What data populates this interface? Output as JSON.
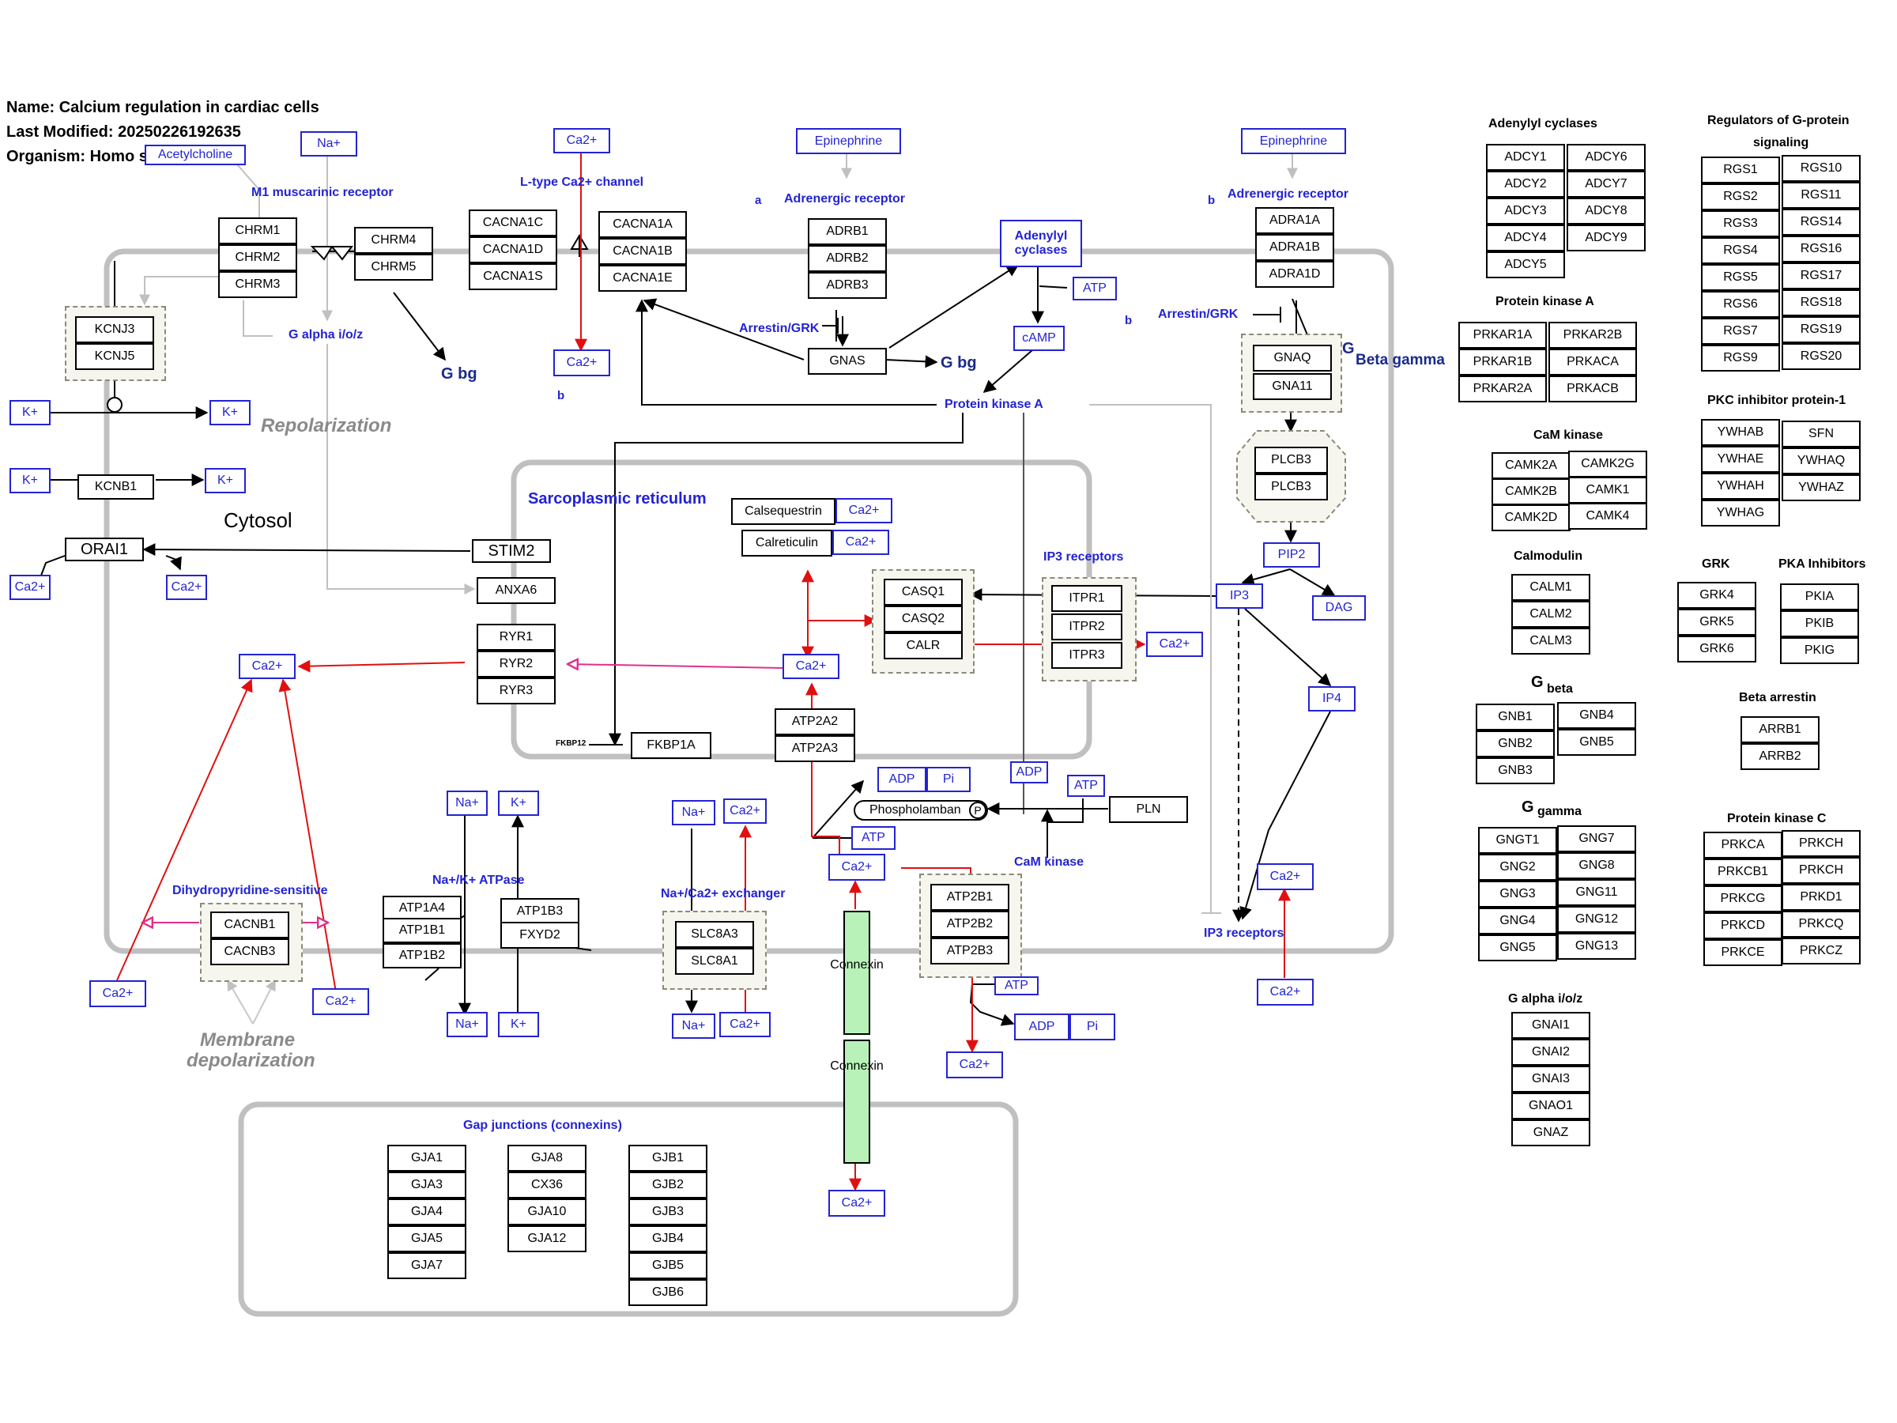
{
  "header": {
    "name": "Name: Calcium regulation in cardiac cells",
    "modified": "Last Modified: 20250226192635",
    "organism": "Organism: Homo sapiens"
  },
  "regions": {
    "cytosol": "Cytosol",
    "repolarization": "Repolarization",
    "membrane_depolarization_1": "Membrane",
    "membrane_depolarization_2": "depolarization",
    "sarcoplasmic_reticulum": "Sarcoplasmic reticulum"
  },
  "labels": {
    "m1_receptor": "M1 muscarinic receptor",
    "l_type": "L-type Ca2+ channel",
    "a": "a",
    "adrenergic_a": "Adrenergic receptor",
    "b_top": "b",
    "adrenergic_b": "Adrenergic receptor",
    "g_alpha_io": "G alpha i/o/z",
    "g_bg_1": "G bg",
    "g_bg_2": "G bg",
    "b_small": "b",
    "arrestin_1": "Arrestin/GRK",
    "arrestin_2": "Arrestin/GRK",
    "b_arrestin2": "b",
    "g_beta_gamma_g": "G",
    "beta_gamma": "Beta gamma",
    "protein_kinase_a": "Protein kinase A",
    "ip3_receptors_top": "IP3 receptors",
    "ip3_receptors_bottom": "IP3 receptors",
    "cam_kinase": "CaM kinase",
    "dihydropyridine": "Dihydropyridine-sensitive",
    "na_k_atpase": "Na+/K+ ATPase",
    "na_ca_exchanger": "Na+/Ca2+ exchanger",
    "gap_junctions": "Gap junctions (connexins)",
    "fkbp12": "FKBP12",
    "connexin_1": "Connexin",
    "connexin_2": "Connexin",
    "p": "P"
  },
  "metabolites": {
    "acetylcholine": "Acetylcholine",
    "na_top": "Na+",
    "ca_top": "Ca2+",
    "epinephrine_1": "Epinephrine",
    "epinephrine_2": "Epinephrine",
    "adenylyl_cyclases": "Adenylyl cyclases",
    "atp_1": "ATP",
    "camp": "cAMP",
    "ca_ltype": "Ca2+",
    "k1": "K+",
    "k2": "K+",
    "k3": "K+",
    "k4": "K+",
    "ca_orai_l": "Ca2+",
    "ca_orai_r": "Ca2+",
    "ca_calseq": "Ca2+",
    "ca_calret": "Ca2+",
    "ca_cyto": "Ca2+",
    "ca_sr": "Ca2+",
    "ca_ip3": "Ca2+",
    "pip2": "PIP2",
    "ip3": "IP3",
    "dag": "DAG",
    "ip4": "IP4",
    "adp_1": "ADP",
    "pi_1": "Pi",
    "atp_2": "ATP",
    "adp_2": "ADP",
    "atp_3": "ATP",
    "ca_atp2a": "Ca2+",
    "na_nka_1": "Na+",
    "k_nka_1": "K+",
    "na_nka_2": "Na+",
    "k_nka_2": "K+",
    "na_ncx_1": "Na+",
    "ca_ncx_1": "Ca2+",
    "na_ncx_2": "Na+",
    "ca_ncx_2": "Ca2+",
    "ca_dhp_l": "Ca2+",
    "ca_dhp_r": "Ca2+",
    "atp_4": "ATP",
    "adp_3": "ADP",
    "pi_2": "Pi",
    "ca_pmca": "Ca2+",
    "ca_ip3r_in": "Ca2+",
    "ca_ip3r_out": "Ca2+",
    "ca_connexin": "Ca2+"
  },
  "genes": {
    "chrm1": "CHRM1",
    "chrm2": "CHRM2",
    "chrm3": "CHRM3",
    "chrm4": "CHRM4",
    "chrm5": "CHRM5",
    "cacna1c": "CACNA1C",
    "cacna1d": "CACNA1D",
    "cacna1s": "CACNA1S",
    "cacna1a": "CACNA1A",
    "cacna1b": "CACNA1B",
    "cacna1e": "CACNA1E",
    "adrb1": "ADRB1",
    "adrb2": "ADRB2",
    "adrb3": "ADRB3",
    "gnas": "GNAS",
    "adra1a": "ADRA1A",
    "adra1b": "ADRA1B",
    "adra1d": "ADRA1D",
    "gnaq": "GNAQ",
    "gna11": "GNA11",
    "plcb3a": "PLCB3",
    "plcb3b": "PLCB3",
    "kcnj3": "KCNJ3",
    "kcnj5": "KCNJ5",
    "kcnb1": "KCNB1",
    "orai1": "ORAI1",
    "stim2": "STIM2",
    "anxa6": "ANXA6",
    "ryr1": "RYR1",
    "ryr2": "RYR2",
    "ryr3": "RYR3",
    "calsequestrin": "Calsequestrin",
    "calreticulin": "Calreticulin",
    "casq1": "CASQ1",
    "casq2": "CASQ2",
    "calr": "CALR",
    "itpr1": "ITPR1",
    "itpr2": "ITPR2",
    "itpr3": "ITPR3",
    "atp2a2": "ATP2A2",
    "atp2a3": "ATP2A3",
    "fkbp1a": "FKBP1A",
    "phospholamban": "Phospholamban",
    "pln": "PLN",
    "atp1a4": "ATP1A4",
    "atp1b1": "ATP1B1",
    "atp1b2": "ATP1B2",
    "atp1b3": "ATP1B3",
    "fxyd2": "FXYD2",
    "slc8a3": "SLC8A3",
    "slc8a1": "SLC8A1",
    "cacnb1": "CACNB1",
    "cacnb3": "CACNB3",
    "atp2b1": "ATP2B1",
    "atp2b2": "ATP2B2",
    "atp2b3": "ATP2B3",
    "gja1": "GJA1",
    "gja3": "GJA3",
    "gja4": "GJA4",
    "gja5": "GJA5",
    "gja7": "GJA7",
    "gja8": "GJA8",
    "cx36": "CX36",
    "gja10": "GJA10",
    "gja12": "GJA12",
    "gjb1": "GJB1",
    "gjb2": "GJB2",
    "gjb3": "GJB3",
    "gjb4": "GJB4",
    "gjb5": "GJB5",
    "gjb6": "GJB6"
  },
  "legend": {
    "adenylyl_title": "Adenylyl cyclases",
    "adenylyl": [
      "ADCY1",
      "ADCY6",
      "ADCY2",
      "ADCY7",
      "ADCY3",
      "ADCY8",
      "ADCY4",
      "ADCY9",
      "ADCY5"
    ],
    "pka_title": "Protein kinase A",
    "pka": [
      "PRKAR1A",
      "PRKAR2B",
      "PRKAR1B",
      "PRKACA",
      "PRKAR2A",
      "PRKACB"
    ],
    "cam_title": "CaM kinase",
    "cam": [
      "CAMK2A",
      "CAMK2G",
      "CAMK2B",
      "CAMK1",
      "CAMK2D",
      "CAMK4"
    ],
    "calmodulin_title": "Calmodulin",
    "calmodulin": [
      "CALM1",
      "CALM2",
      "CALM3"
    ],
    "gbeta_g": "G",
    "gbeta_title": "beta",
    "gbeta": [
      "GNB1",
      "GNB4",
      "GNB2",
      "GNB5",
      "GNB3"
    ],
    "ggamma_g": "G",
    "ggamma_title": "gamma",
    "ggamma": [
      "GNGT1",
      "GNG7",
      "GNG2",
      "GNG8",
      "GNG3",
      "GNG11",
      "GNG4",
      "GNG12",
      "GNG5",
      "GNG13"
    ],
    "galpha_title": "G alpha i/o/z",
    "galpha": [
      "GNAI1",
      "GNAI2",
      "GNAI3",
      "GNAO1",
      "GNAZ"
    ],
    "rgs_title_1": "Regulators of G-protein",
    "rgs_title_2": "signaling",
    "rgs": [
      "RGS1",
      "RGS10",
      "RGS2",
      "RGS11",
      "RGS3",
      "RGS14",
      "RGS4",
      "RGS16",
      "RGS5",
      "RGS17",
      "RGS6",
      "RGS18",
      "RGS7",
      "RGS19",
      "RGS9",
      "RGS20"
    ],
    "pkc_inhib_title": "PKC inhibitor protein-1",
    "pkc_inhib": [
      "YWHAB",
      "SFN",
      "YWHAE",
      "YWHAQ",
      "YWHAH",
      "YWHAZ",
      "YWHAG"
    ],
    "grk_title": "GRK",
    "grk": [
      "GRK4",
      "GRK5",
      "GRK6"
    ],
    "pka_inhib_title": "PKA Inhibitors",
    "pka_inhib": [
      "PKIA",
      "PKIB",
      "PKIG"
    ],
    "beta_arrestin_title": "Beta arrestin",
    "beta_arrestin": [
      "ARRB1",
      "ARRB2"
    ],
    "pkc_title": "Protein kinase C",
    "pkc": [
      "PRKCA",
      "PRKCH",
      "PRKCB1",
      "PRKCH",
      "PRKCG",
      "PRKD1",
      "PRKCD",
      "PRKCQ",
      "PRKCE",
      "PRKCZ"
    ]
  },
  "colors": {
    "gene_border": "#000000",
    "metabolite": "#2323d4",
    "calcium_flow": "#e01010",
    "inhibition_pink": "#e0308a",
    "compartment": "#c0c0c0",
    "connexin_fill": "#b8f2b8",
    "group_fill": "#f6f6ee"
  }
}
